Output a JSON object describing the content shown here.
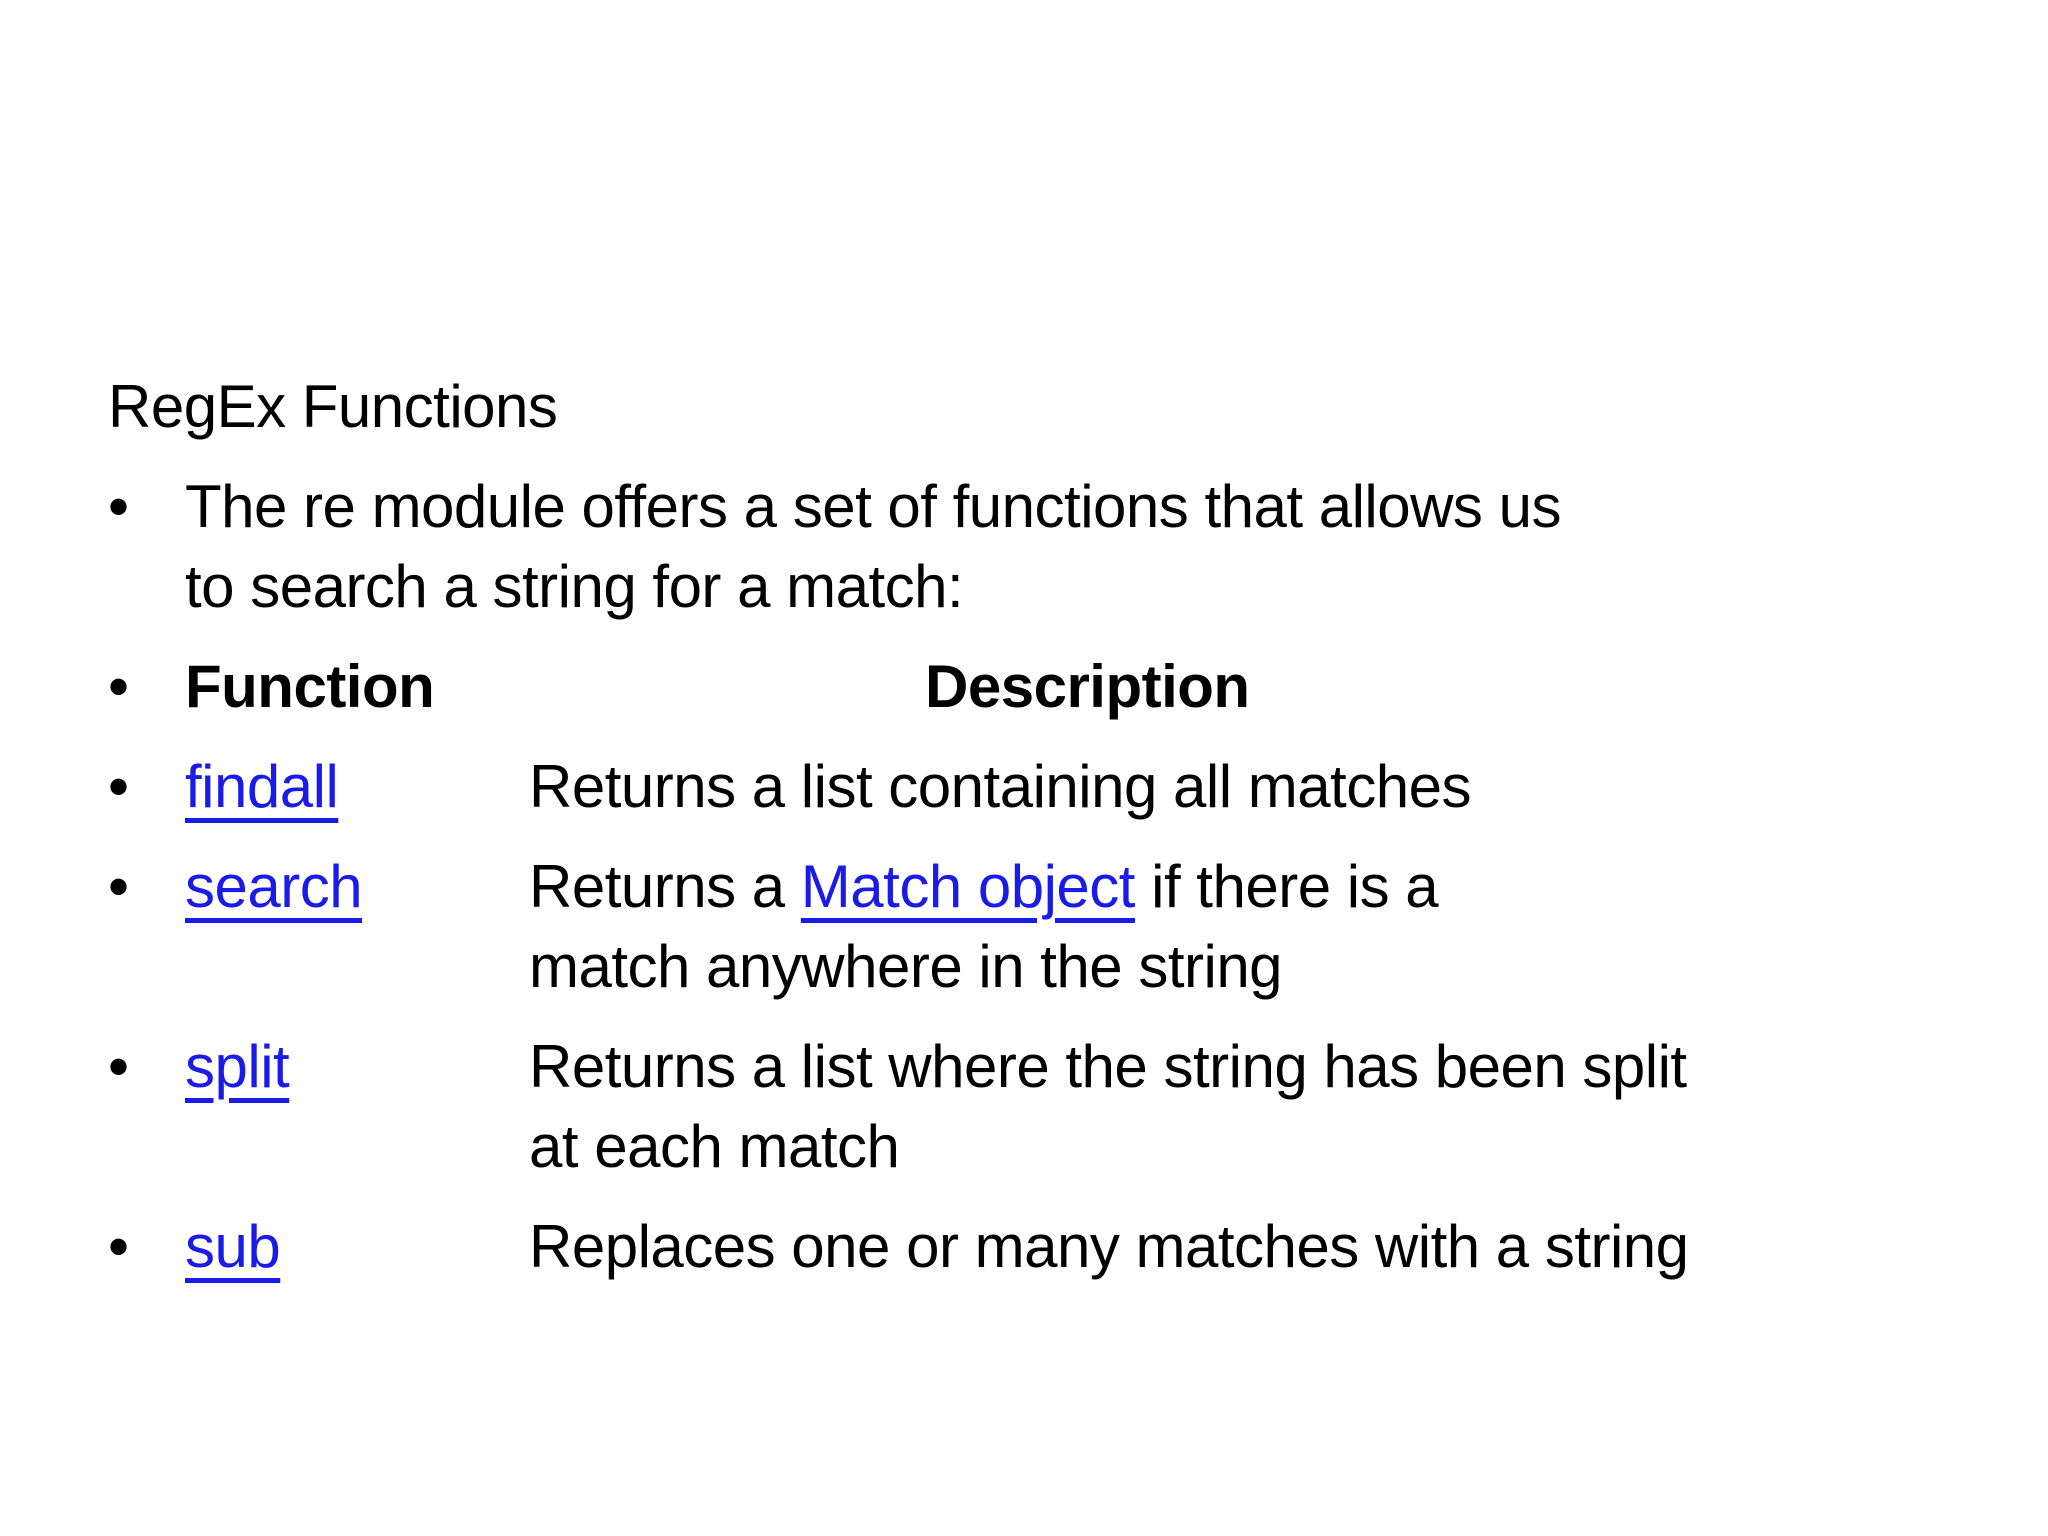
{
  "slide": {
    "title": "RegEx Functions",
    "bullet_char": "•",
    "intro": "The re module offers a set of functions that allows us\nto search a string for a match:",
    "table_header": {
      "function": "Function",
      "description": "Description"
    },
    "functions": [
      {
        "name": "findall",
        "description": "Returns a list containing all matches"
      },
      {
        "name": "search",
        "description_prefix": "Returns a ",
        "description_link": "Match object",
        "description_suffix": " if there is a\nmatch anywhere in the string"
      },
      {
        "name": "split",
        "description": "Returns a list where the string has been split\nat each match"
      },
      {
        "name": "sub",
        "description": "Replaces one or many matches with a string"
      }
    ],
    "colors": {
      "background": "#ffffff",
      "text": "#000000",
      "link_blue": "#1b1be8"
    }
  }
}
